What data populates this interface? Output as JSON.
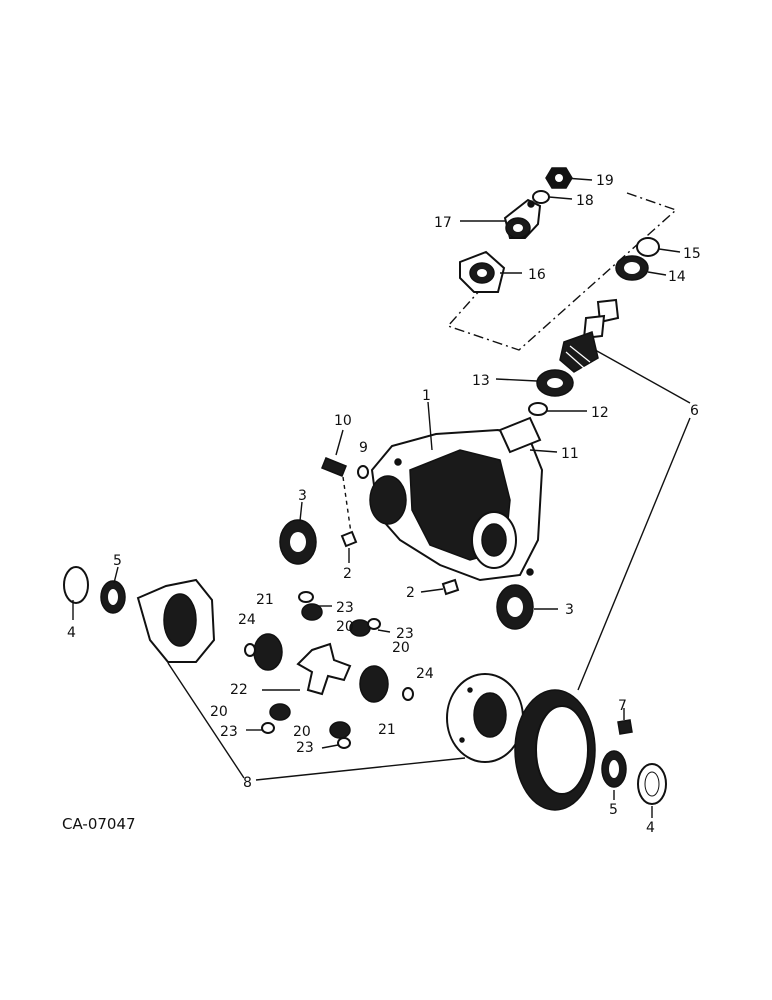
{
  "diagram": {
    "reference_code": "CA-07047",
    "callouts": [
      "1",
      "2",
      "2",
      "3",
      "3",
      "4",
      "4",
      "5",
      "5",
      "6",
      "7",
      "8",
      "9",
      "10",
      "11",
      "12",
      "13",
      "14",
      "15",
      "16",
      "17",
      "18",
      "19",
      "20",
      "20",
      "20",
      "20",
      "21",
      "21",
      "22",
      "23",
      "23",
      "23",
      "23",
      "24",
      "24"
    ]
  }
}
